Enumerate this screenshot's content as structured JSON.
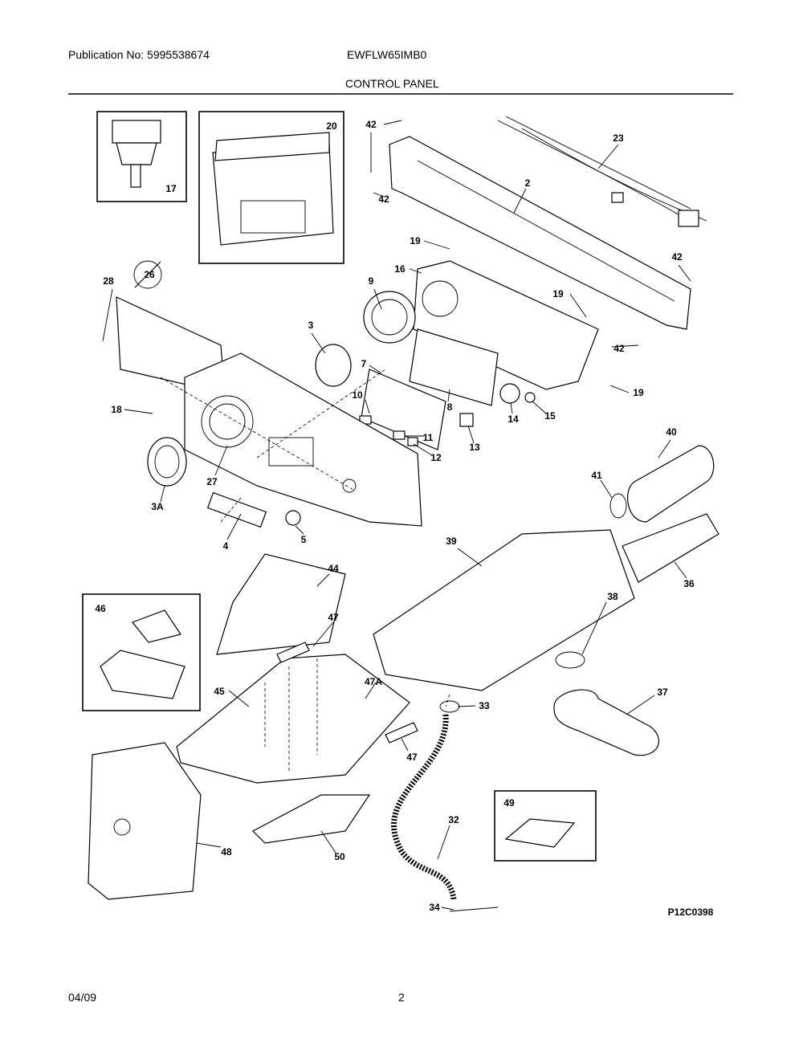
{
  "header": {
    "publication": "Publication No: 5995538674",
    "model": "EWFLW65IMB0",
    "section_title": "CONTROL PANEL"
  },
  "footer": {
    "date": "04/09",
    "page_number": "2"
  },
  "diagram": {
    "figure_id": "P12C0398",
    "part_labels": [
      {
        "id": "p17",
        "text": "17"
      },
      {
        "id": "p20",
        "text": "20"
      },
      {
        "id": "p42a",
        "text": "42"
      },
      {
        "id": "p23",
        "text": "23"
      },
      {
        "id": "p2",
        "text": "2"
      },
      {
        "id": "p42b",
        "text": "42"
      },
      {
        "id": "p19a",
        "text": "19"
      },
      {
        "id": "p16",
        "text": "16"
      },
      {
        "id": "p42c",
        "text": "42"
      },
      {
        "id": "p9",
        "text": "9"
      },
      {
        "id": "p19b",
        "text": "19"
      },
      {
        "id": "p28",
        "text": "28"
      },
      {
        "id": "p26",
        "text": "26"
      },
      {
        "id": "p3",
        "text": "3"
      },
      {
        "id": "p42d",
        "text": "42"
      },
      {
        "id": "p7",
        "text": "7"
      },
      {
        "id": "p10",
        "text": "10"
      },
      {
        "id": "p8",
        "text": "8"
      },
      {
        "id": "p14",
        "text": "14"
      },
      {
        "id": "p15",
        "text": "15"
      },
      {
        "id": "p19c",
        "text": "19"
      },
      {
        "id": "p18",
        "text": "18"
      },
      {
        "id": "p11",
        "text": "11"
      },
      {
        "id": "p13",
        "text": "13"
      },
      {
        "id": "p12",
        "text": "12"
      },
      {
        "id": "p40",
        "text": "40"
      },
      {
        "id": "p41",
        "text": "41"
      },
      {
        "id": "p27",
        "text": "27"
      },
      {
        "id": "p3A",
        "text": "3A"
      },
      {
        "id": "p5",
        "text": "5"
      },
      {
        "id": "p4",
        "text": "4"
      },
      {
        "id": "p39",
        "text": "39"
      },
      {
        "id": "p36",
        "text": "36"
      },
      {
        "id": "p44",
        "text": "44"
      },
      {
        "id": "p46",
        "text": "46"
      },
      {
        "id": "p47a",
        "text": "47"
      },
      {
        "id": "p38",
        "text": "38"
      },
      {
        "id": "p47A",
        "text": "47A"
      },
      {
        "id": "p37",
        "text": "37"
      },
      {
        "id": "p45",
        "text": "45"
      },
      {
        "id": "p33",
        "text": "33"
      },
      {
        "id": "p47b",
        "text": "47"
      },
      {
        "id": "p49",
        "text": "49"
      },
      {
        "id": "p32",
        "text": "32"
      },
      {
        "id": "p50",
        "text": "50"
      },
      {
        "id": "p48",
        "text": "48"
      },
      {
        "id": "p34",
        "text": "34"
      }
    ]
  }
}
